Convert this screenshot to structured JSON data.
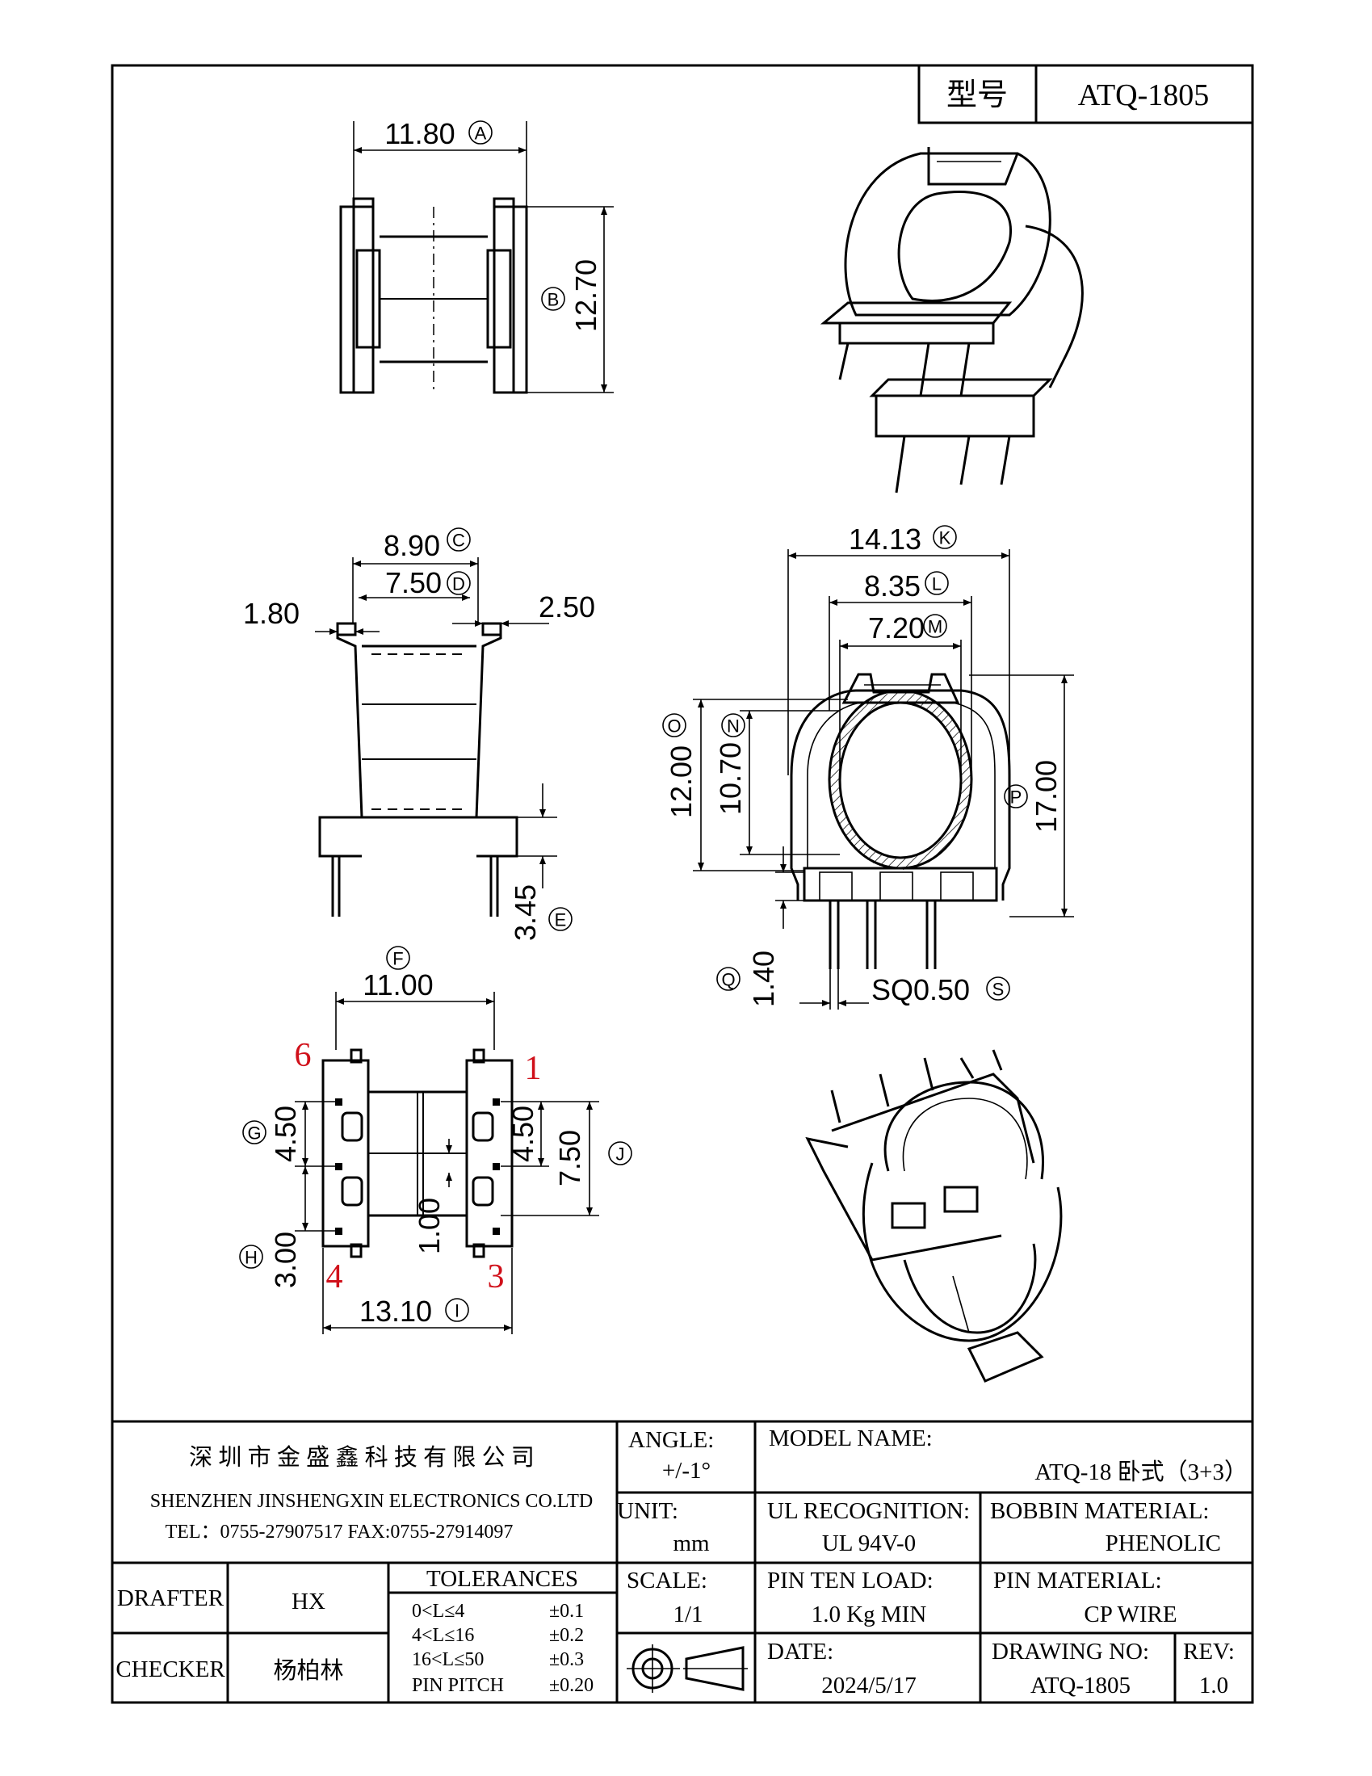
{
  "header": {
    "model_label": "型号",
    "model_value": "ATQ-1805"
  },
  "dimensions": {
    "a": {
      "value": "11.80",
      "tag": "A"
    },
    "b": {
      "value": "12.70",
      "tag": "B"
    },
    "c": {
      "value": "8.90",
      "tag": "C"
    },
    "d": {
      "value": "7.50",
      "tag": "D"
    },
    "e": {
      "value": "3.45",
      "tag": "E"
    },
    "f": {
      "value": "11.00",
      "tag": "F"
    },
    "g": {
      "value": "4.50",
      "tag": "G"
    },
    "h": {
      "value": "3.00",
      "tag": "H"
    },
    "i": {
      "value": "13.10",
      "tag": "I"
    },
    "j": {
      "value": "7.50",
      "tag": "J"
    },
    "j2": {
      "value": "4.50"
    },
    "k": {
      "value": "14.13",
      "tag": "K"
    },
    "l": {
      "value": "8.35",
      "tag": "L"
    },
    "m": {
      "value": "7.20",
      "tag": "M"
    },
    "n": {
      "value": "10.70",
      "tag": "N"
    },
    "o": {
      "value": "12.00",
      "tag": "O"
    },
    "p": {
      "value": "17.00",
      "tag": "P"
    },
    "q": {
      "value": "1.40",
      "tag": "Q"
    },
    "s": {
      "value": "SQ0.50",
      "tag": "S"
    },
    "left_flange": "1.80",
    "right_flange": "2.50",
    "slot": "1.00"
  },
  "pin_numbers": {
    "p6": "6",
    "p1": "1",
    "p4": "4",
    "p3": "3"
  },
  "title_block": {
    "company_cn": "深 圳 市 金 盛 鑫 科 技 有 限 公 司",
    "company_en": "SHENZHEN JINSHENGXIN ELECTRONICS CO.LTD",
    "contact": "TEL：0755-27907517   FAX:0755-27914097",
    "angle_label": "ANGLE:",
    "angle_value": "+/-1°",
    "unit_label": "UNIT:",
    "unit_value": "mm",
    "scale_label": "SCALE:",
    "scale_value": "1/1",
    "model_name_label": "MODEL NAME:",
    "model_name_value": "ATQ-18 卧式（3+3）",
    "ul_label": "UL RECOGNITION:",
    "ul_value": "UL 94V-0",
    "bobbin_label": "BOBBIN MATERIAL:",
    "bobbin_value": "PHENOLIC",
    "pin_load_label": "PIN TEN LOAD:",
    "pin_load_value": "1.0 Kg MIN",
    "pin_material_label": "PIN MATERIAL:",
    "pin_material_value": "CP WIRE",
    "date_label": "DATE:",
    "date_value": "2024/5/17",
    "drawing_no_label": "DRAWING NO:",
    "drawing_no_value": "ATQ-1805",
    "rev_label": "REV:",
    "rev_value": "1.0",
    "drafter_label": "DRAFTER",
    "drafter_value": "HX",
    "checker_label": "CHECKER",
    "checker_value": "杨柏林",
    "tolerances_title": "TOLERANCES",
    "tolerances": [
      {
        "range": "0<L≤4",
        "tol": "±0.1"
      },
      {
        "range": "4<L≤16",
        "tol": "±0.2"
      },
      {
        "range": "16<L≤50",
        "tol": "±0.3"
      },
      {
        "range": "PIN PITCH",
        "tol": "±0.20"
      }
    ]
  }
}
